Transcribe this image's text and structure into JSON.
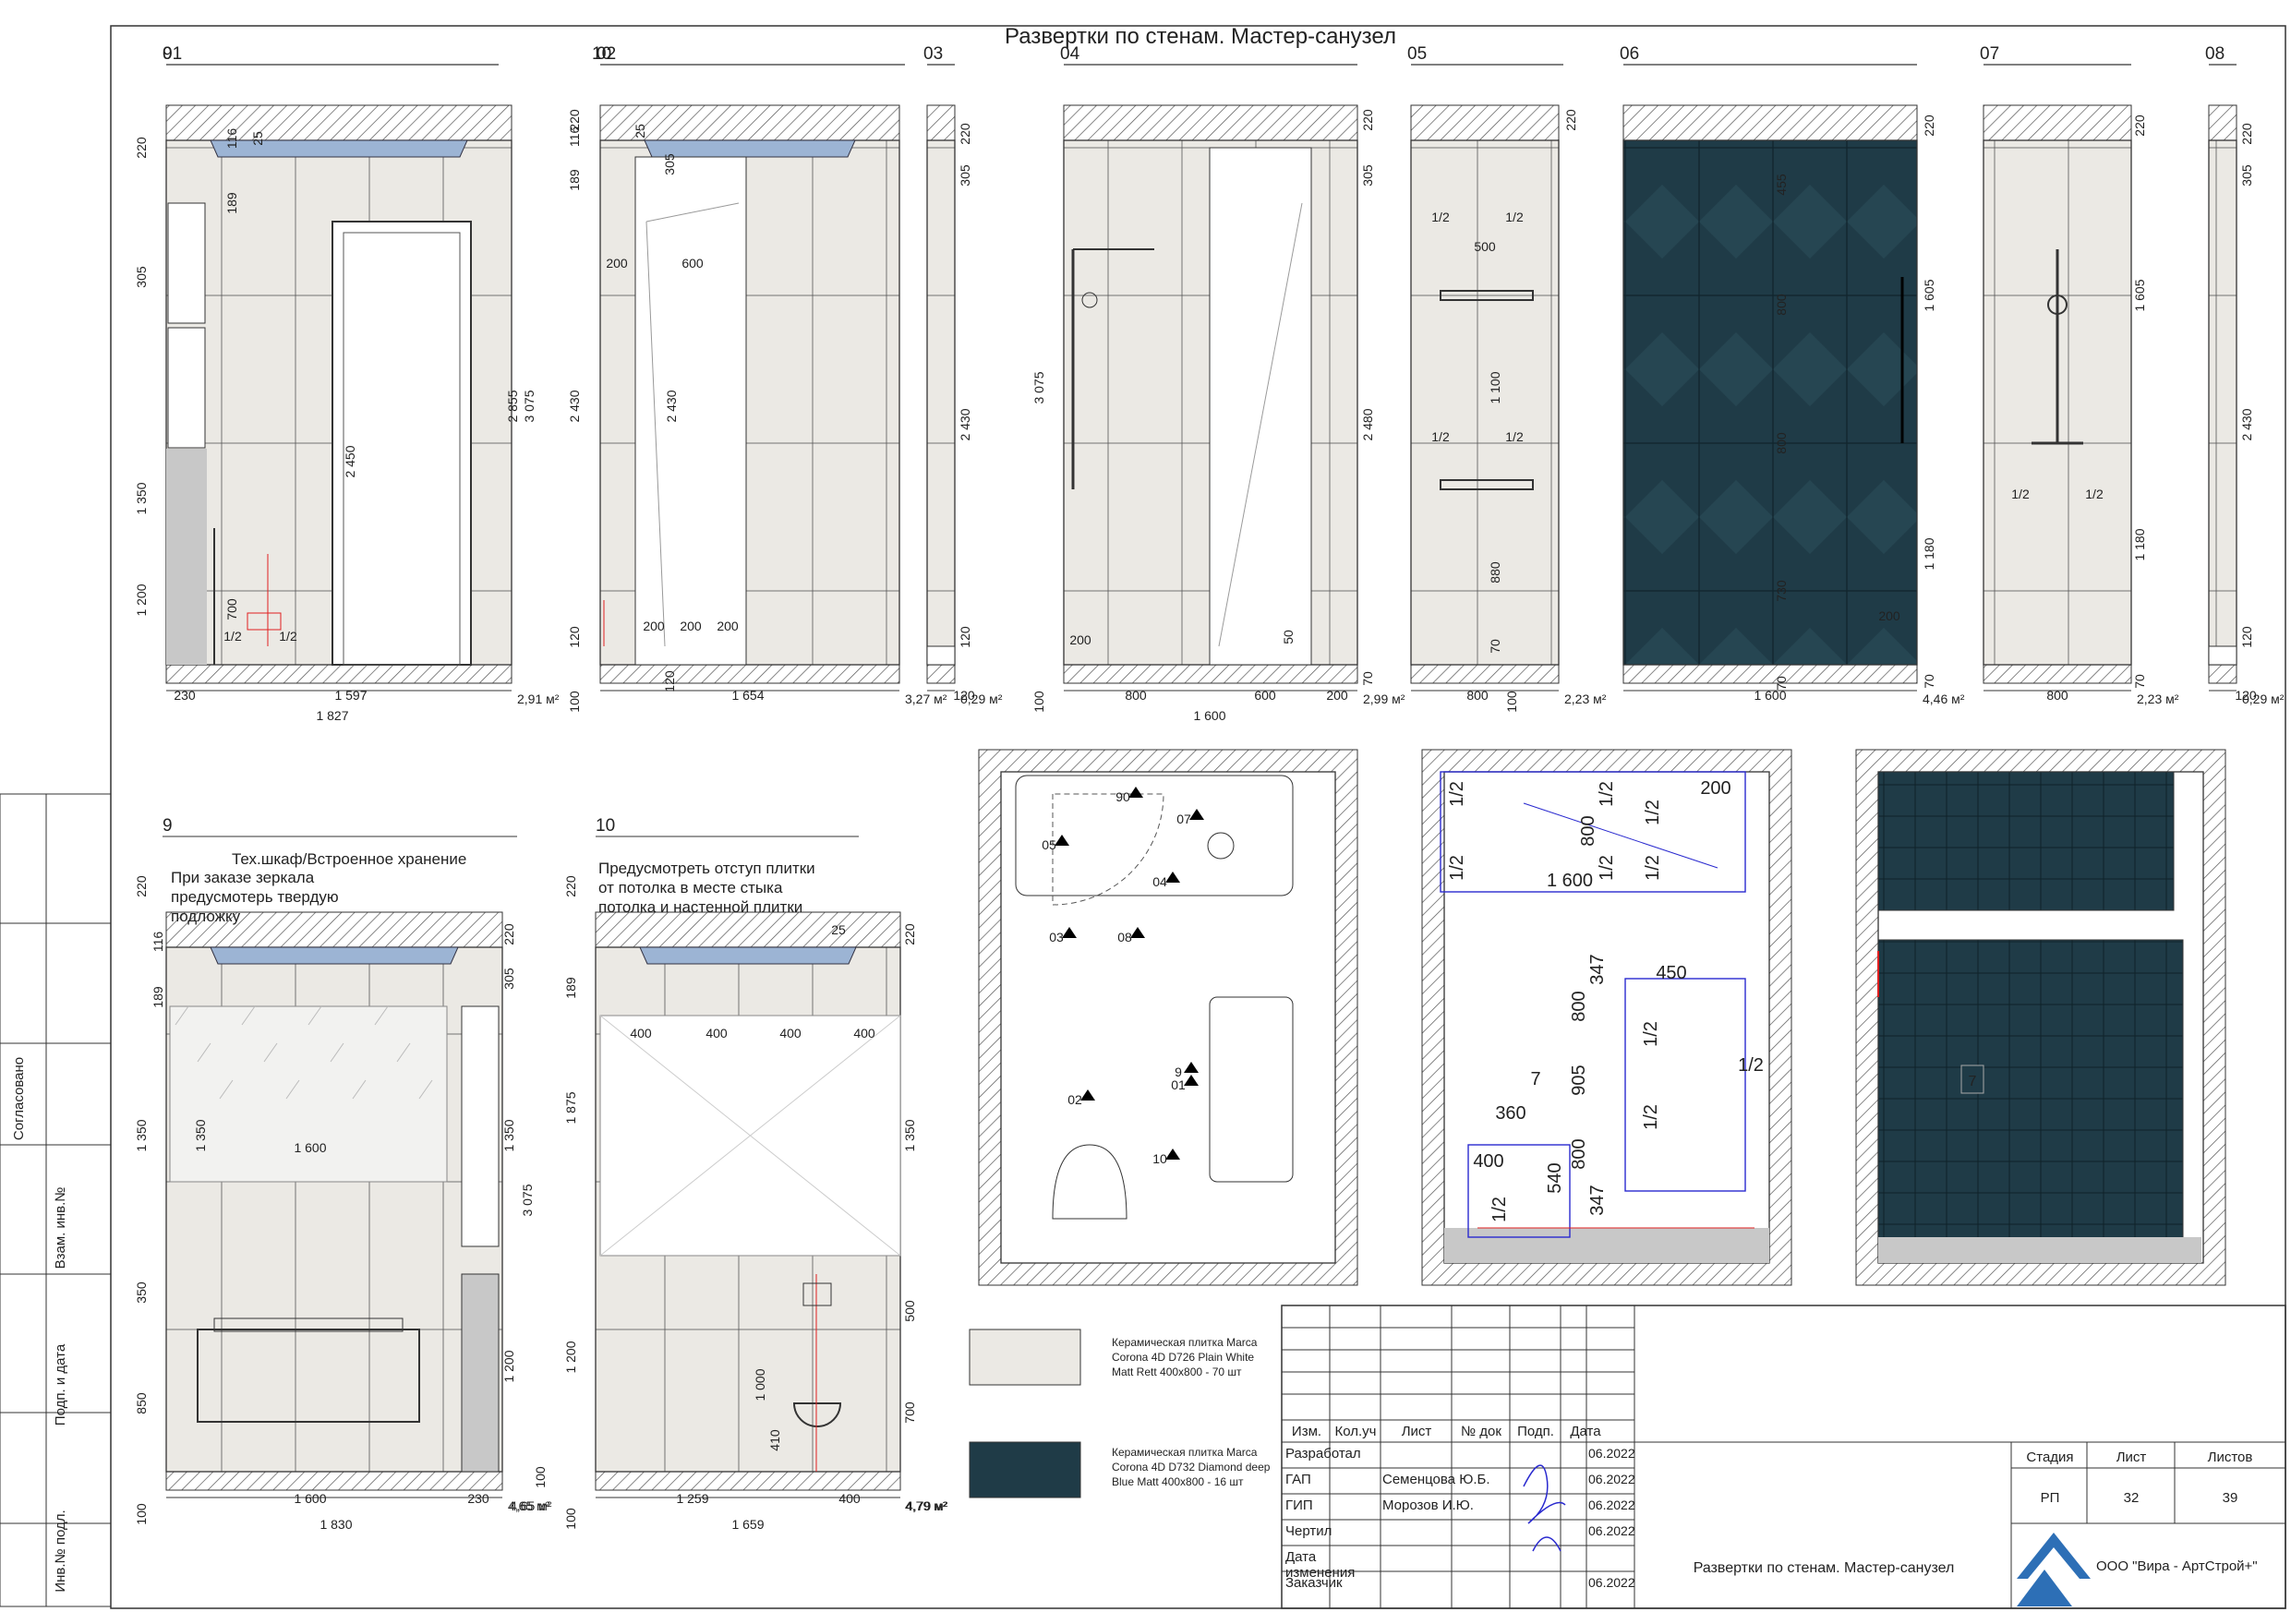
{
  "title": "Развертки по стенам. Мастер-санузел",
  "views": [
    "01",
    "02",
    "03",
    "04",
    "05",
    "06",
    "07",
    "08",
    "9",
    "10"
  ],
  "areas": [
    "2,91 м²",
    "3,27 м²",
    "0,29 м²",
    "2,99 м²",
    "2,23 м²",
    "4,46 м²",
    "2,23 м²",
    "0,29 м²",
    "4,65 м²",
    "4,79 м²"
  ],
  "dims": {
    "v01": [
      "220",
      "305",
      "1 350",
      "1 200",
      "116",
      "25",
      "189",
      "2 450",
      "700",
      "1/2",
      "1/2",
      "2 855",
      "3 075",
      "230",
      "1 597",
      "1 827"
    ],
    "v02": [
      "220",
      "116",
      "189",
      "25",
      "305",
      "200",
      "600",
      "2 430",
      "2 430",
      "120",
      "200",
      "200",
      "200",
      "120",
      "1 654",
      "100"
    ],
    "v03": [
      "220",
      "305",
      "2 430",
      "120",
      "120"
    ],
    "v04": [
      "3 075",
      "305",
      "2 480",
      "200",
      "50",
      "100",
      "800",
      "600",
      "200",
      "1 600",
      "220",
      "70"
    ],
    "v05": [
      "1/2",
      "1/2",
      "500",
      "1 100",
      "1/2",
      "1/2",
      "880",
      "70",
      "800",
      "100",
      "220"
    ],
    "v06": [
      "455",
      "800",
      "800",
      "730",
      "200",
      "1 605",
      "1 180",
      "70",
      "1 600",
      "220",
      "70"
    ],
    "v07": [
      "1 605",
      "1/2",
      "1/2",
      "1 180",
      "70",
      "800",
      "220"
    ],
    "v08": [
      "220",
      "305",
      "2 430",
      "120",
      "120"
    ],
    "v09": [
      "220",
      "116",
      "189",
      "1 350",
      "350",
      "850",
      "100",
      "1 350",
      "1 600",
      "1 600",
      "230",
      "1 830",
      "220",
      "305",
      "1 350",
      "3 075",
      "1 200",
      "100"
    ],
    "v10": [
      "220",
      "25",
      "189",
      "1 875",
      "1 200",
      "100",
      "400",
      "400",
      "400",
      "400",
      "1 350",
      "500",
      "700",
      "1 000",
      "410",
      "1 259",
      "400",
      "1 659",
      "220"
    ]
  },
  "notes": {
    "wardrobe": "Тех.шкаф/Встроенное хранение",
    "mirror": "При заказе зеркала предусмотерь твердую подложку",
    "tile_offset": "Предусмотреть отступ плитки от потолка в месте стыка потолка и настенной плитки"
  },
  "plan_markers": [
    "90",
    "07",
    "05",
    "04",
    "03",
    "08",
    "02",
    "01",
    "9",
    "10"
  ],
  "plan2_dims": [
    "1/2",
    "1/2",
    "1/2",
    "1/2",
    "800",
    "1 600",
    "1/2",
    "200",
    "1/2",
    "347",
    "450",
    "800",
    "1/2",
    "905",
    "1/2",
    "800",
    "347",
    "360",
    "400",
    "540",
    "1/2",
    "1/2",
    "7"
  ],
  "plan3_label": "7",
  "legend": [
    {
      "text": "Керамическая плитка Marca Corona 4D D726 Plain White Matt Rett 400x800 - 70 шт",
      "color": "#ebe9e4"
    },
    {
      "text": "Керамическая плитка Marca Corona 4D D732 Diamond deep Blue Matt 400x800 - 16 шт",
      "color": "#1f3b47"
    }
  ],
  "side_stamp": [
    "Согласовано",
    "Взам. инв.№",
    "Подп. и дата",
    "Инв.№ подл."
  ],
  "titleblock": {
    "headers": [
      "Изм.",
      "Кол.уч",
      "Лист",
      "№ док",
      "Подп.",
      "Дата"
    ],
    "rows": [
      {
        "role": "Разработал",
        "name": "",
        "date": "06.2022"
      },
      {
        "role": "ГАП",
        "name": "Семенцова Ю.Б.",
        "date": "06.2022"
      },
      {
        "role": "ГИП",
        "name": "Морозов И.Ю.",
        "date": "06.2022"
      },
      {
        "role": "Чертил",
        "name": "",
        "date": "06.2022"
      },
      {
        "role": "Дата изменения",
        "name": "",
        "date": ""
      },
      {
        "role": "Заказчик",
        "name": "",
        "date": "06.2022"
      }
    ],
    "stage_label": "Стадия",
    "sheet_label": "Лист",
    "sheets_label": "Листов",
    "stage": "РП",
    "sheet": "32",
    "sheets": "39",
    "drawing_title": "Развертки по стенам. Мастер-санузел",
    "company": "ООО \"Вира - АртСтрой+\""
  },
  "colors": {
    "tile_white": "#ebe9e4",
    "tile_blue": "#1f3b47",
    "ceiling_strip": "#9cb4d4",
    "hatch": "#555555",
    "red": "#e02020",
    "plan_blue": "#2a2acf",
    "gray_fill": "#c8c8c8"
  }
}
